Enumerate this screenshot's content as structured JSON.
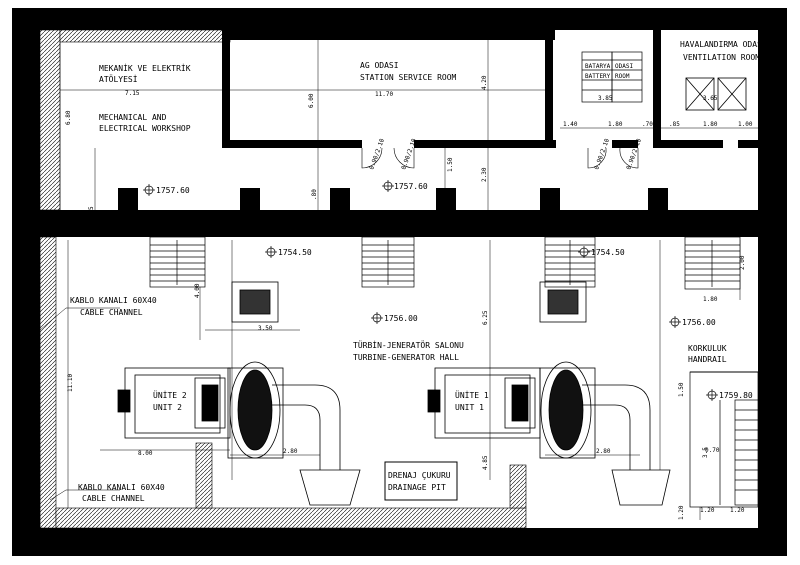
{
  "rooms": {
    "workshop_tr_1": "MEKANİK VE ELEKTRİK",
    "workshop_tr_2": "ATÖLYESİ",
    "workshop_en_1": "MECHANICAL AND",
    "workshop_en_2": "ELECTRICAL WORKSHOP",
    "ag_tr": "AG ODASI",
    "ag_en": "STATION SERVICE ROOM",
    "vent_tr": "HAVALANDIRMA ODASI",
    "vent_en": "VENTILATION ROOM",
    "battery_1": "BATARYA",
    "battery_2": "BATTERY",
    "battery_3": "ODASI",
    "battery_4": "ROOM",
    "hall_tr": "TÜRBİN-JENERATÖR SALONU",
    "hall_en": "TURBINE-GENERATOR HALL",
    "unit2_tr": "ÜNİTE 2",
    "unit2_en": "UNIT 2",
    "unit1_tr": "ÜNİTE 1",
    "unit1_en": "UNIT 1",
    "drain_tr": "DRENAJ ÇUKURU",
    "drain_en": "DRAINAGE PIT",
    "handrail_tr": "KORKULUK",
    "handrail_en": "HANDRAIL",
    "cable_tr_top": "KABLO KANALI 60X40",
    "cable_en_top": "CABLE CHANNEL",
    "cable_tr_bottom": "KABLO KANALI 60X40",
    "cable_en_bottom": "CABLE CHANNEL"
  },
  "elevations": {
    "upper_left": "1757.60",
    "upper_mid": "1757.60",
    "unit2_pit": "1754.50",
    "unit1_pit": "1754.50",
    "hall": "1756.00",
    "hall_right": "1756.00",
    "handrail": "1759.80"
  },
  "dimensions": {
    "d_715": "7.15",
    "d_680": "6.80",
    "d_1170": "11.70",
    "d_600": "6.00",
    "d_420": "4.20",
    "d_385": "3.85",
    "d_365": "3.65",
    "d_140": "1.40",
    "d_180a": "1.80",
    "d_70": ".70",
    "d_85": ".85",
    "d_180b": "1.80",
    "d_100": "1.00",
    "d_150": "1.50",
    "d_230": "2.30",
    "d_80": ".80",
    "d_200": "2.00",
    "d_180c": "1.80",
    "d_400": "4.00",
    "d_350": "3.50",
    "d_625": "6.25",
    "d_1110": "11.10",
    "d_800": "8.00",
    "d_280a": "2.80",
    "d_280b": "2.80",
    "d_485": "4.85",
    "d_150b": "1.50",
    "d_35": "3.5",
    "d_70b": "0.70",
    "d_120a": "1.20",
    "d_120b": "1.20",
    "d_120c": "1.20",
    "d_5": "5"
  },
  "doors": [
    "0.90/2.10",
    "0.90/2.10",
    "0.90/2.10",
    "0.90/2.10"
  ]
}
